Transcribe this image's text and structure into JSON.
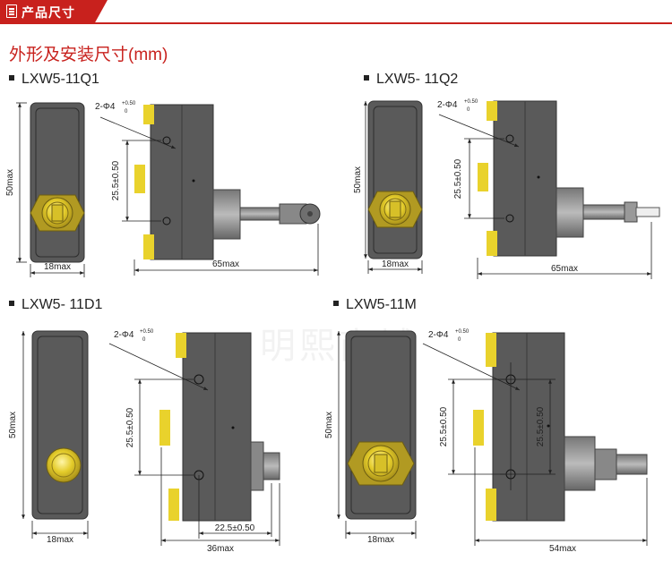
{
  "header": {
    "title": "产品尺寸"
  },
  "subtitle": "外形及安装尺寸(mm)",
  "watermark": "明熙商城",
  "colors": {
    "accent": "#c8211d",
    "body": "#5a5a5a",
    "yellow": "#e9d22c"
  },
  "models": [
    {
      "name": "LXW5-11Q1",
      "labels": {
        "height": "50max",
        "width": "18max",
        "hole": "2-Φ4",
        "tol_plus": "+0.50",
        "tol_zero": "0",
        "pitch": "25.5±0.50",
        "length": "65max"
      }
    },
    {
      "name": "LXW5- 11Q2",
      "labels": {
        "height": "50max",
        "width": "18max",
        "hole": "2-Φ4",
        "tol_plus": "+0.50",
        "tol_zero": "0",
        "pitch": "25.5±0.50",
        "length": "65max"
      }
    },
    {
      "name": "LXW5- 11D1",
      "labels": {
        "height": "50max",
        "width": "18max",
        "hole": "2-Φ4",
        "tol_plus": "+0.50",
        "tol_zero": "0",
        "pitch": "25.5±0.50",
        "offset": "22.5±0.50",
        "length": "36max"
      }
    },
    {
      "name": "LXW5-11M",
      "labels": {
        "height": "50max",
        "width": "18max",
        "hole": "2-Φ4",
        "tol_plus": "+0.50",
        "tol_zero": "0",
        "pitch": "25.5±0.50",
        "pitch2": "25.5±0.50",
        "length": "54max"
      }
    }
  ]
}
